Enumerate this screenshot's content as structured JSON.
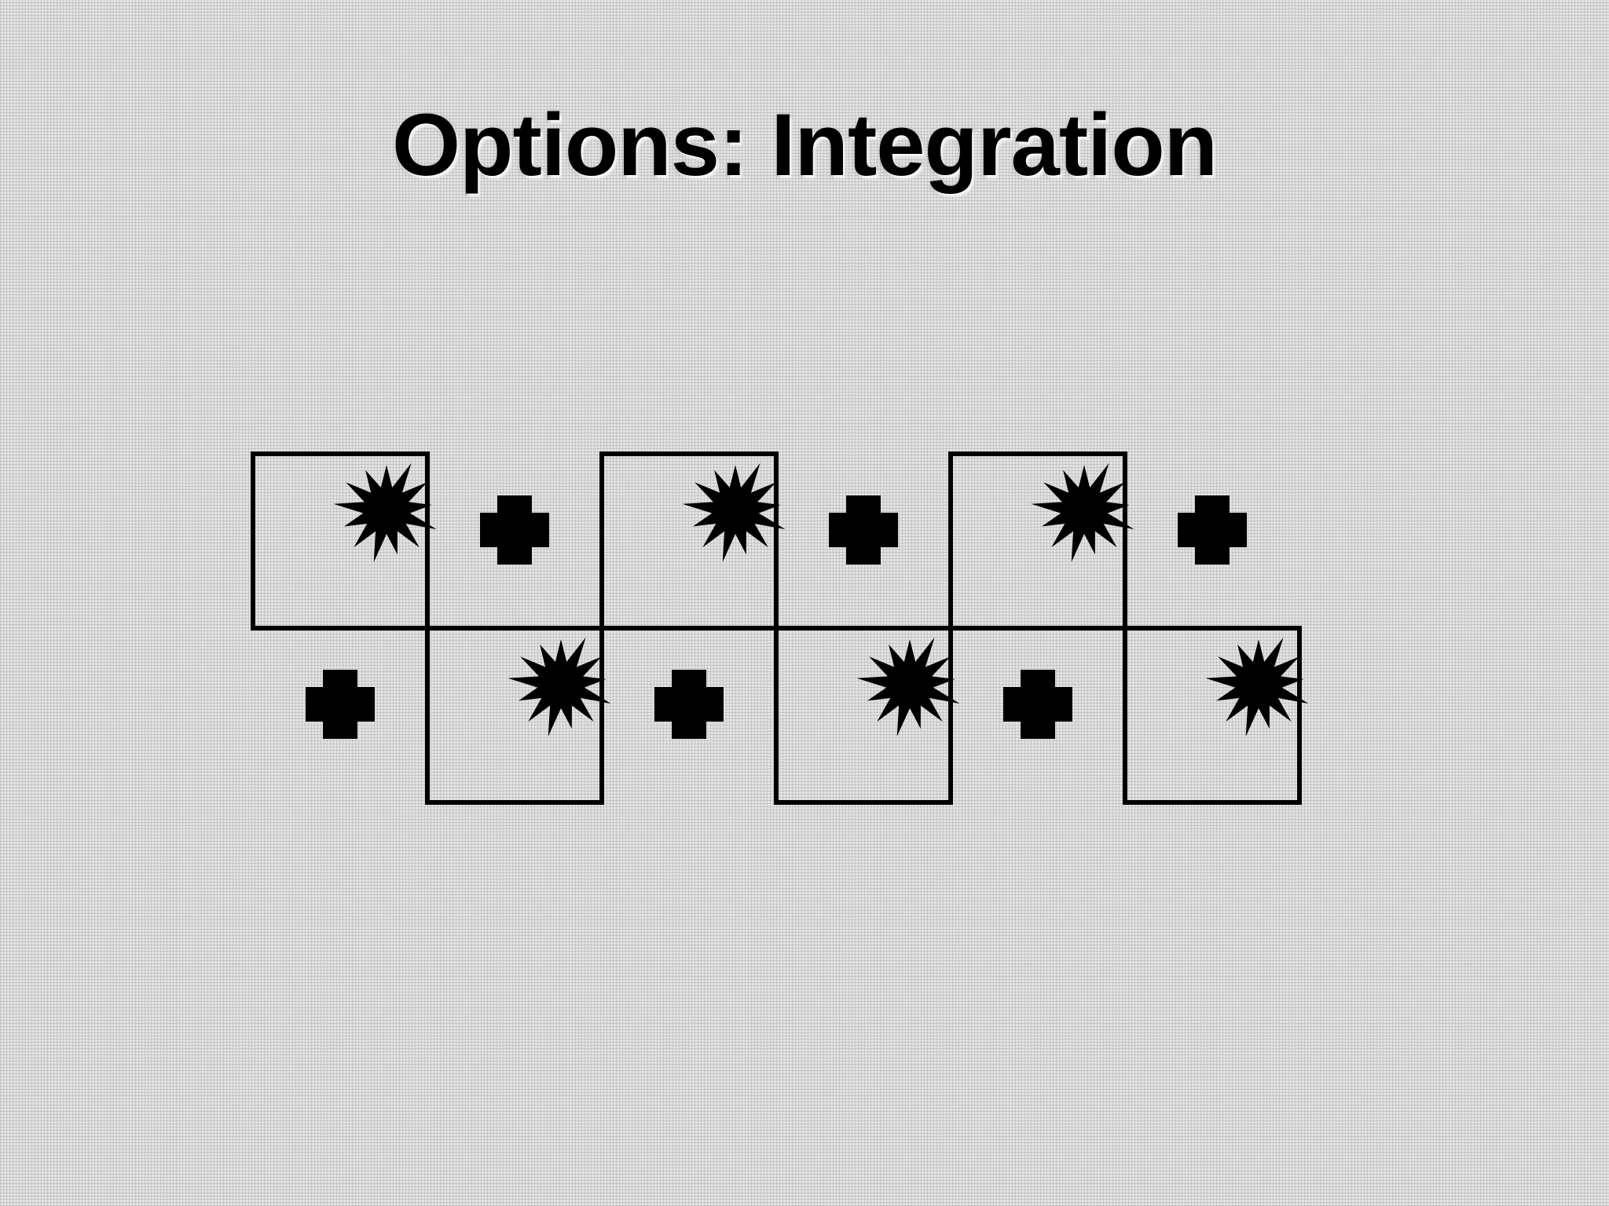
{
  "slide": {
    "title": "Options: Integration"
  },
  "diagram": {
    "description_layout": "two staggered rows of boxes",
    "top_row": [
      {
        "kind": "box-with-burst"
      },
      {
        "kind": "cross"
      },
      {
        "kind": "box-with-burst"
      },
      {
        "kind": "cross"
      },
      {
        "kind": "box-with-burst"
      },
      {
        "kind": "cross"
      }
    ],
    "bottom_row": [
      {
        "kind": "cross"
      },
      {
        "kind": "box-with-burst"
      },
      {
        "kind": "cross"
      },
      {
        "kind": "box-with-burst"
      },
      {
        "kind": "cross"
      },
      {
        "kind": "box-with-burst"
      }
    ],
    "colors": {
      "stroke": "#000000",
      "fill": "#000000",
      "background": "#e3e3e3"
    },
    "icons": [
      "burst-icon",
      "cross-icon"
    ]
  }
}
